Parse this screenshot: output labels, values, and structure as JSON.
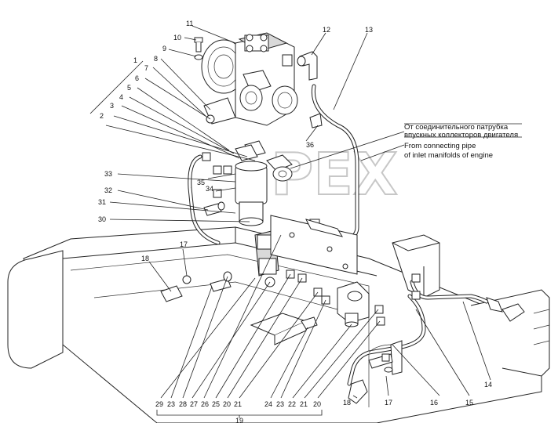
{
  "note": {
    "line1": "От соединительного патрубка",
    "line2": "впускных коллекторов двигателя",
    "line3": "From connecting pipe",
    "line4": "of inlet manifolds of engine"
  },
  "watermark": "PEX",
  "callouts": {
    "c1": "1",
    "c2": "2",
    "c3": "3",
    "c4": "4",
    "c5": "5",
    "c6": "6",
    "c7": "7",
    "c8": "8",
    "c9": "9",
    "c10": "10",
    "c11": "11",
    "c12": "12",
    "c13": "13",
    "c14": "14",
    "c15": "15",
    "c16": "16",
    "c17a": "17",
    "c17b": "17",
    "c18a": "18",
    "c18b": "18",
    "c19": "19",
    "c30": "30",
    "c31": "31",
    "c32": "32",
    "c33": "33",
    "c34": "34",
    "c35": "35",
    "c36": "36"
  },
  "bottom_row": [
    "29",
    "23",
    "28",
    "27",
    "26",
    "25",
    "20",
    "21",
    "24",
    "23",
    "22",
    "21",
    "20"
  ]
}
